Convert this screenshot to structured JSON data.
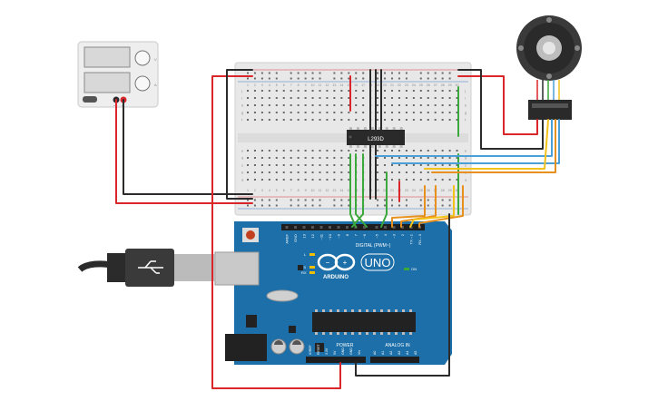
{
  "board": {
    "brand": "ARDUINO",
    "model": "UNO",
    "digital_label": "DIGITAL (PWM~)",
    "power_label": "POWER",
    "analog_label": "ANALOG IN",
    "on_label": "ON",
    "l_label": "L",
    "tx_label": "TX",
    "rx_label": "RX",
    "digital_pins": [
      "AREF",
      "GND",
      "13",
      "12",
      "~11",
      "~10",
      "~9",
      "8",
      "7",
      "~6",
      "~5",
      "4",
      "~3",
      "2",
      "TX→1",
      "RX←0"
    ],
    "power_pins": [
      "IOREF",
      "RESET",
      "3.3V",
      "5V",
      "GND",
      "GND",
      "Vin"
    ],
    "analog_pins": [
      "A0",
      "A1",
      "A2",
      "A3",
      "A4",
      "A5"
    ]
  },
  "driver_ic": {
    "label": "L293D"
  },
  "breadboard": {
    "column_numbers": [
      "1",
      "2",
      "3",
      "4",
      "5",
      "6",
      "7",
      "8",
      "9",
      "10",
      "11",
      "12",
      "13",
      "14",
      "15",
      "16",
      "17",
      "18",
      "19",
      "20",
      "21",
      "22",
      "23",
      "24",
      "25",
      "26",
      "27",
      "28",
      "29",
      "30"
    ],
    "row_letters_top": [
      "j",
      "i",
      "h",
      "g",
      "f"
    ],
    "row_letters_bottom": [
      "e",
      "d",
      "c",
      "b",
      "a"
    ]
  },
  "power_supply": {
    "neg_label": "-",
    "pos_label": "+"
  },
  "colors": {
    "wire_red": "#d9262a",
    "wire_black": "#2b2b2b",
    "wire_green": "#3aa83a",
    "wire_orange": "#e8901d",
    "wire_yellow": "#f2c21a",
    "wire_blue": "#4a9fd6",
    "board_blue": "#1c6fa8",
    "breadboard": "#e8e8e8"
  }
}
